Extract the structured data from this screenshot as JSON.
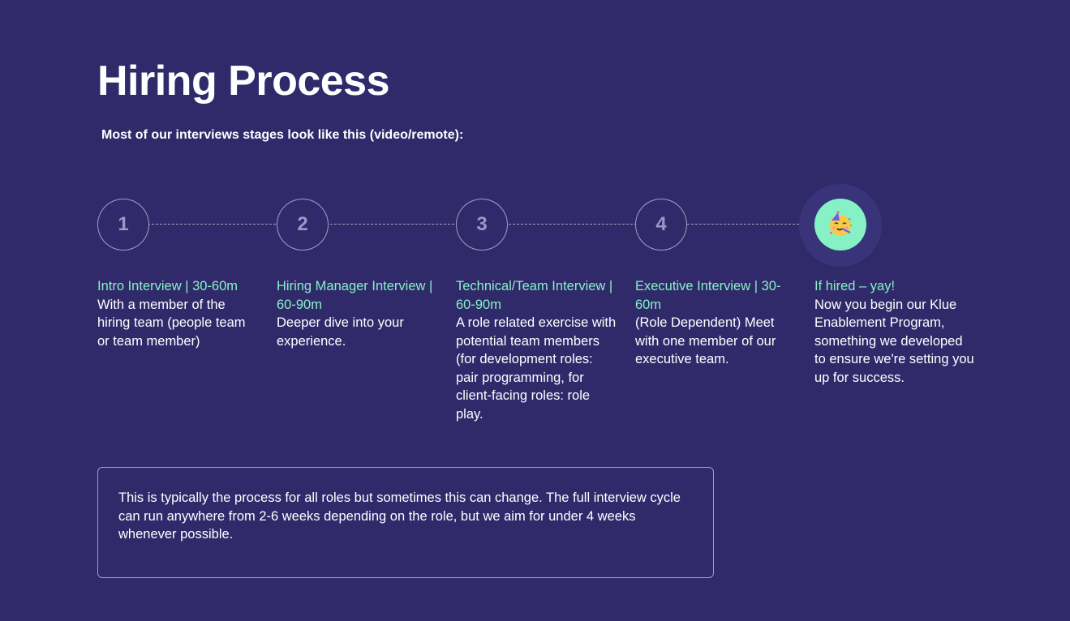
{
  "header": {
    "title": "Hiring Process",
    "subtitle": "Most of our interviews stages look like this (video/remote):"
  },
  "steps": [
    {
      "number": "1",
      "title": "Intro Interview | 30-60m",
      "description": "With a member of the hiring team (people team or team member)"
    },
    {
      "number": "2",
      "title": "Hiring Manager Interview | 60-90m",
      "description": "Deeper dive into your experience."
    },
    {
      "number": "3",
      "title": "Technical/Team Interview | 60-90m",
      "description": "A role related exercise with potential team members (for development roles: pair programming, for client-facing roles: role play."
    },
    {
      "number": "4",
      "title": "Executive Interview | 30-60m",
      "description": "(Role Dependent) Meet with one member of our executive team."
    },
    {
      "icon": "party-face-icon",
      "title": "If hired – yay!",
      "description": "Now you begin our Klue Enablement Program, something we developed to ensure we're setting you up for success."
    }
  ],
  "note": {
    "text": "This is typically the process for all roles but sometimes this can change. The full interview cycle can run anywhere from 2-6 weeks depending on the role, but we aim for under 4 weeks whenever possible."
  },
  "colors": {
    "background": "#302a6b",
    "accent": "#86f1c4",
    "step_number": "#9a98c6",
    "text": "#ffffff"
  }
}
